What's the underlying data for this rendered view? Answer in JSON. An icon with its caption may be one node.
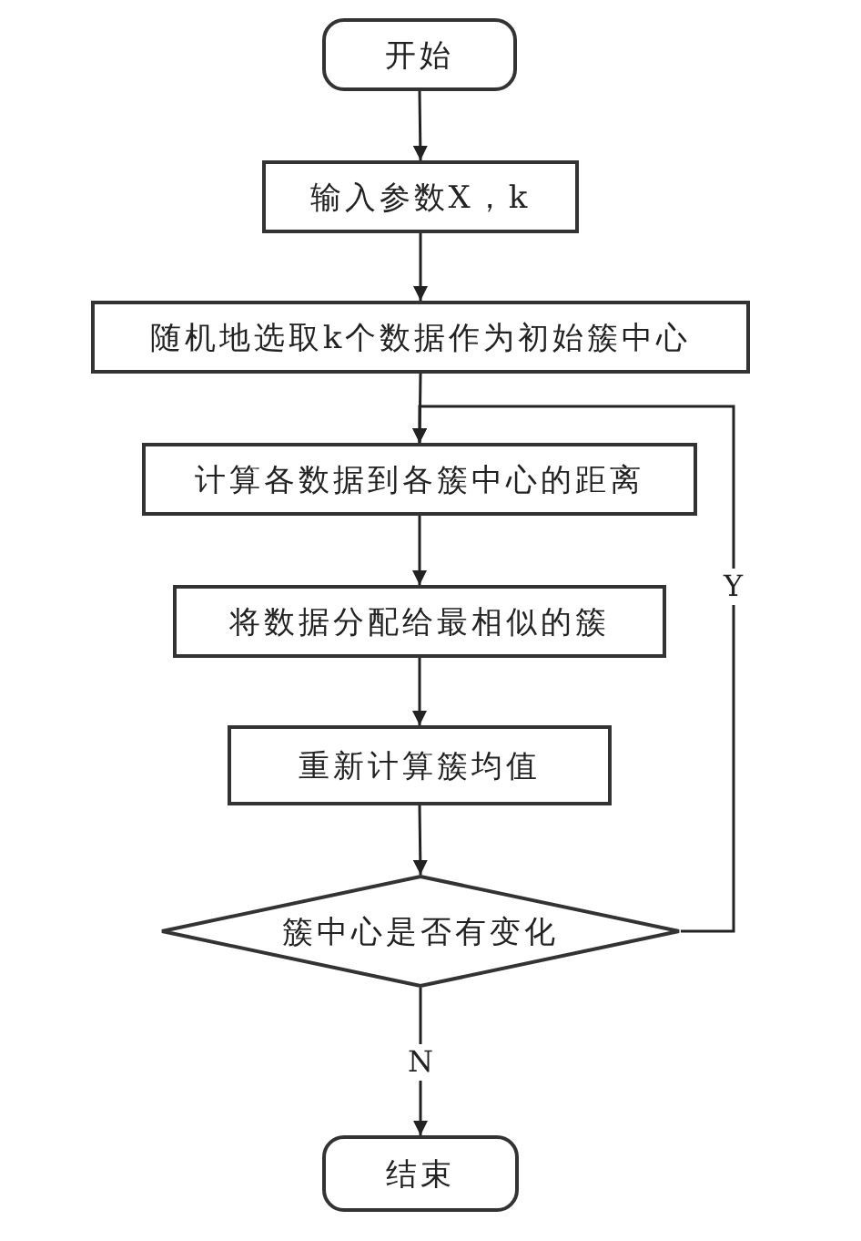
{
  "diagram": {
    "nodes": [
      {
        "text": [
          "开始"
        ]
      },
      {
        "text": [
          "输入参数X，k"
        ]
      },
      {
        "text": [
          "随机地选取k个数据作为初始簇中心"
        ]
      },
      {
        "text": [
          "计算各数据到各簇中心的距离"
        ]
      },
      {
        "text": [
          "将数据分配给最相似的簇"
        ]
      },
      {
        "text": [
          "重新计算簇均值"
        ]
      },
      {
        "text": [
          "簇中心是否有变化"
        ]
      },
      {
        "text": [
          "结束"
        ]
      }
    ],
    "edges": [
      {
        "from": 0,
        "to": 1,
        "arrow": "to"
      },
      {
        "from": 1,
        "to": 2,
        "arrow": "to"
      },
      {
        "from": 2,
        "to": 3,
        "arrow": "to"
      },
      {
        "from": 3,
        "to": 4,
        "arrow": "to"
      },
      {
        "from": 4,
        "to": 5,
        "arrow": "to"
      },
      {
        "from": 5,
        "to": 6,
        "arrow": "to"
      },
      {
        "from": 6,
        "to": 3,
        "arrow": "to",
        "label": "Y"
      },
      {
        "from": 6,
        "to": 7,
        "arrow": "to",
        "label": "N"
      }
    ]
  }
}
